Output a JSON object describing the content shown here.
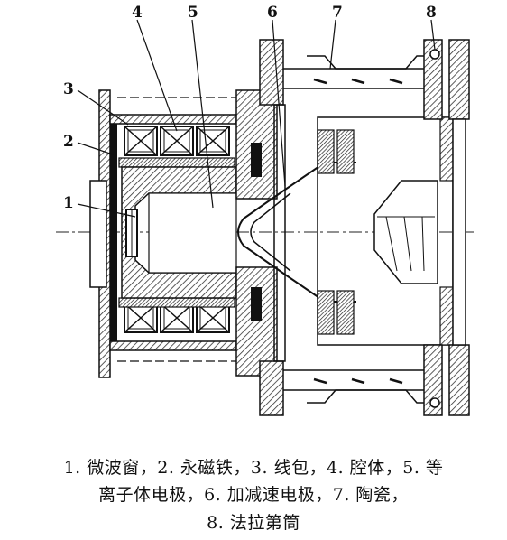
{
  "figure": {
    "callouts": [
      {
        "num": "1",
        "part": "微波窗"
      },
      {
        "num": "2",
        "part": "永磁铁"
      },
      {
        "num": "3",
        "part": "线包"
      },
      {
        "num": "4",
        "part": "腔体"
      },
      {
        "num": "5",
        "part": "等离子体电极"
      },
      {
        "num": "6",
        "part": "加减速电极"
      },
      {
        "num": "7",
        "part": "陶瓷"
      },
      {
        "num": "8",
        "part": "法拉第筒"
      }
    ]
  },
  "caption": {
    "line1": "1. 微波窗，2. 永磁铁，3. 线包，4. 腔体，5. 等",
    "line2": "离子体电极，6. 加减速电极，7. 陶瓷，",
    "line3": "8. 法拉第筒"
  }
}
